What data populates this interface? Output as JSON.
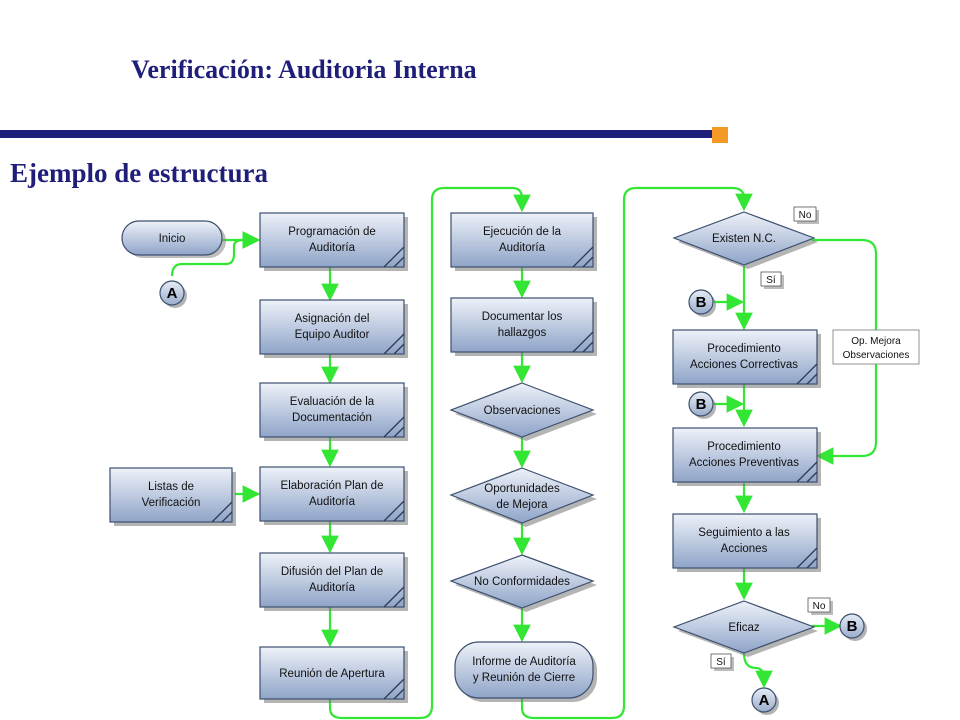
{
  "header": {
    "title": "Verificación:  Auditoria Interna",
    "subtitle": "Ejemplo de estructura"
  },
  "colors": {
    "title": "#1f1f7a",
    "accent_square": "#f39a26",
    "box_fill_top": "#eef2f9",
    "box_fill_bottom": "#8fa4c8",
    "box_border": "#3c4f6e",
    "connector": "#33e633"
  },
  "nodes": {
    "inicio": "Inicio",
    "programacion": [
      "Programación de",
      "Auditoría"
    ],
    "asignacion": [
      "Asignación del",
      "Equipo Auditor"
    ],
    "evaluacion": [
      "Evaluación de la",
      "Documentación"
    ],
    "elaboracion": [
      "Elaboración Plan de",
      "Auditoría"
    ],
    "listas": [
      "Listas de",
      "Verificación"
    ],
    "difusion": [
      "Difusión del Plan de",
      "Auditoría"
    ],
    "reunion": "Reunión de Apertura",
    "ejecucion": [
      "Ejecución de la",
      "Auditoría"
    ],
    "documentar": [
      "Documentar los",
      "hallazgos"
    ],
    "observaciones": "Observaciones",
    "oportunidades": [
      "Oportunidades",
      "de Mejora"
    ],
    "no_conformidades": "No Conformidades",
    "informe": [
      "Informe de Auditoría",
      "y Reunión de Cierre"
    ],
    "existen_nc": "Existen N.C.",
    "acciones_correctivas": [
      "Procedimiento",
      "Acciones Correctivas"
    ],
    "acciones_preventivas": [
      "Procedimiento",
      "Acciones Preventivas"
    ],
    "seguimiento": [
      "Seguimiento a las",
      "Acciones"
    ],
    "eficaz": "Eficaz",
    "op_mejora": [
      "Op. Mejora",
      "Observaciones"
    ]
  },
  "branch_labels": {
    "no": "No",
    "si": "Sí"
  },
  "connectors": {
    "a": "A",
    "b": "B"
  }
}
